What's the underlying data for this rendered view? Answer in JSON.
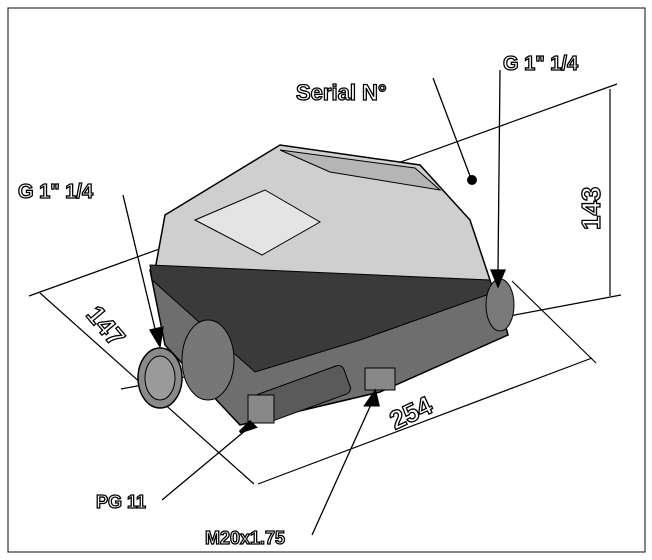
{
  "labels": {
    "serial": "Serial N°",
    "inlet_top_right": "G 1\" 1/4",
    "inlet_left": "G 1\" 1/4",
    "cable_gland_1": "PG 11",
    "cable_gland_2": "M20x1.75"
  },
  "dimensions": {
    "depth": "147",
    "height": "143",
    "length": "254"
  },
  "colors": {
    "line": "#000000",
    "lid": "#c8c8c8",
    "body": "#707070"
  }
}
